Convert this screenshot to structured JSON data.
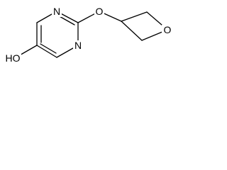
{
  "molecule": {
    "atoms": {
      "n_top": "N",
      "n_bottom": "N",
      "o_ether": "O",
      "o_ring": "O",
      "hydroxyl": "HO"
    }
  }
}
